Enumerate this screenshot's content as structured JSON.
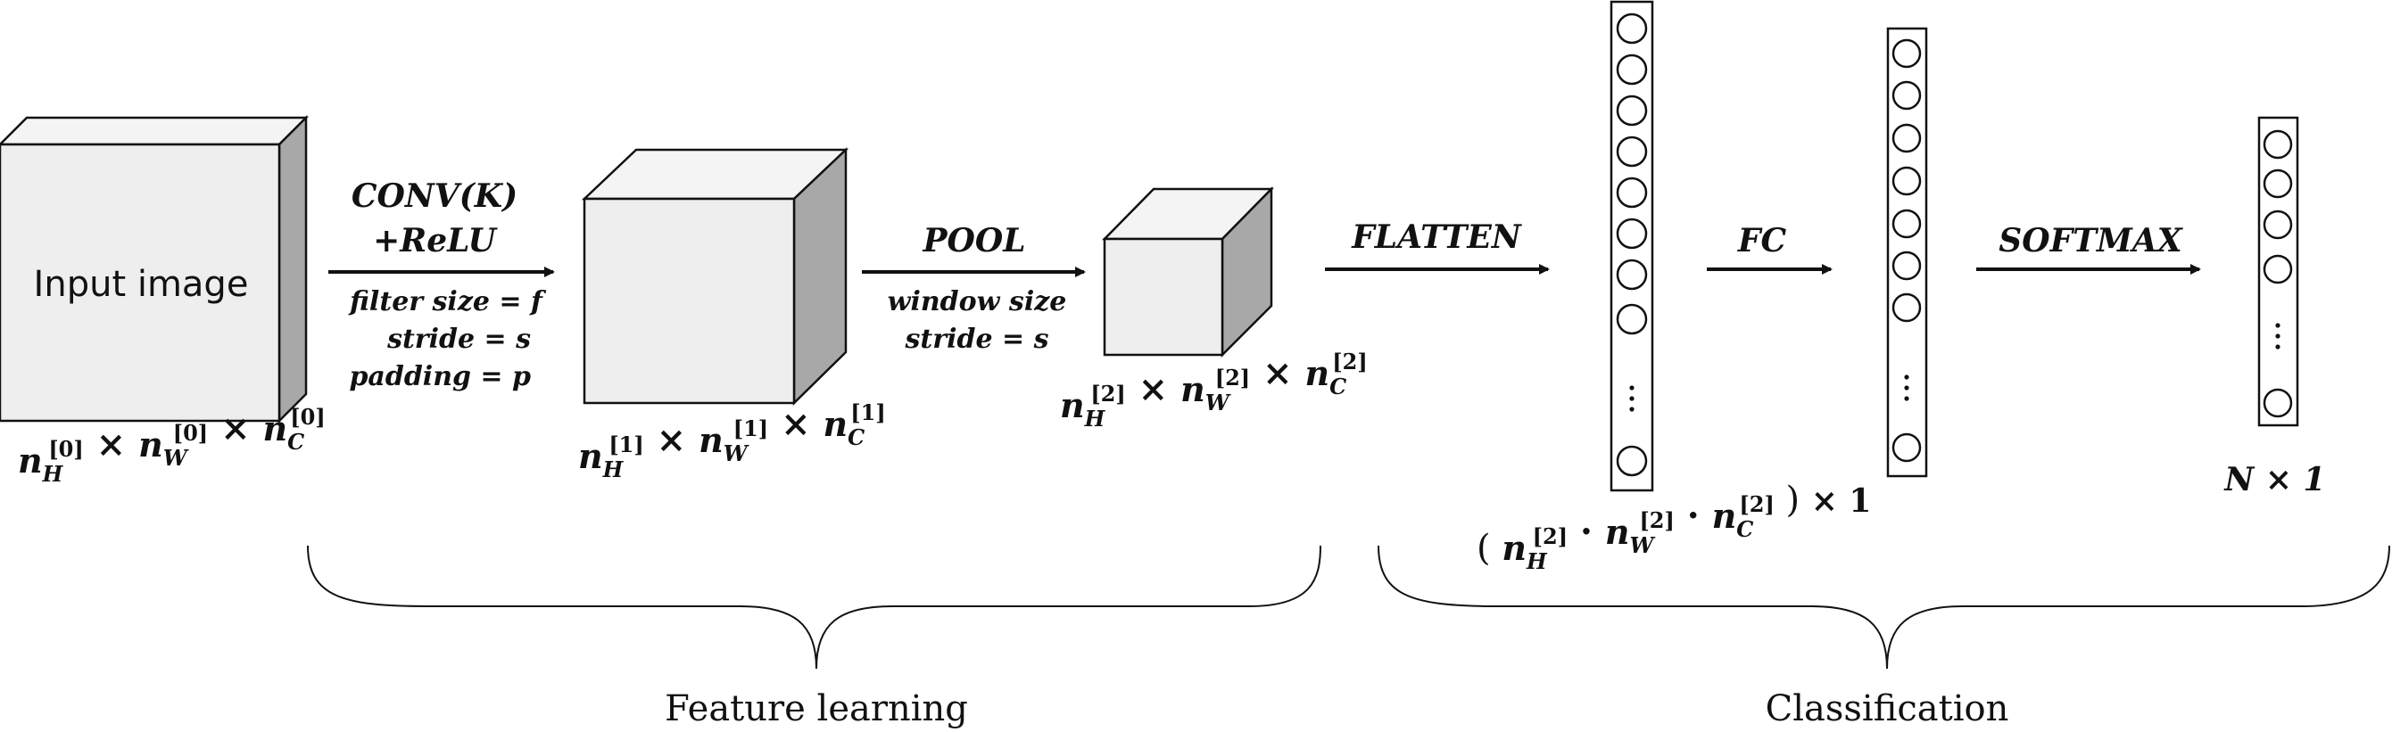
{
  "input": {
    "title": "Input image",
    "dim": {
      "base": "n",
      "subs": [
        "H",
        "W",
        "C"
      ],
      "sup": "[0]",
      "sep": "×"
    }
  },
  "conv": {
    "title_line1": "CONV(K)",
    "title_line2": "+ReLU",
    "param1": "filter size = f",
    "param2": "stride = s",
    "param3": "padding = p"
  },
  "layer1": {
    "dim": {
      "base": "n",
      "subs": [
        "H",
        "W",
        "C"
      ],
      "sup": "[1]",
      "sep": "×"
    }
  },
  "pool": {
    "title": "POOL",
    "param1": "window size",
    "param2": "stride = s"
  },
  "layer2": {
    "dim": {
      "base": "n",
      "subs": [
        "H",
        "W",
        "C"
      ],
      "sup": "[2]",
      "sep": "×"
    }
  },
  "flatten": {
    "title": "FLATTEN",
    "vector_dim": {
      "open": "(",
      "base": "n",
      "subs": [
        "H",
        "W",
        "C"
      ],
      "sup": "[2]",
      "sep": "·",
      "close": ")",
      "tail": "× 1"
    }
  },
  "fc": {
    "title": "FC"
  },
  "softmax": {
    "title": "SOFTMAX"
  },
  "output": {
    "dim": "N × 1"
  },
  "sections": {
    "feature_learning": "Feature learning",
    "classification": "Classification"
  },
  "colors": {
    "cube_front": "#eeeeee",
    "cube_top": "#f4f4f4",
    "cube_side": "#a8a8a8",
    "stroke": "#111111"
  }
}
